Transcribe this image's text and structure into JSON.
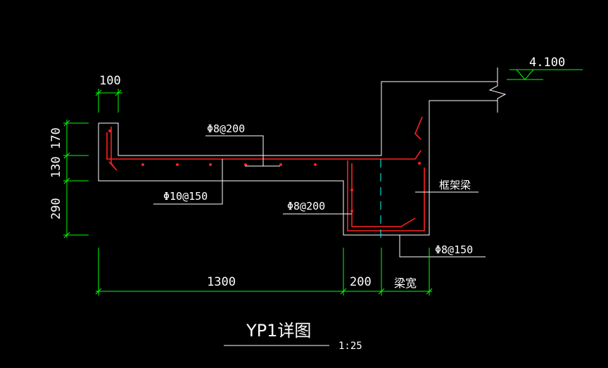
{
  "colors": {
    "background": "#000000",
    "outline": "#ffffff",
    "rebar": "#ff2020",
    "dimension": "#00ff00",
    "centerline": "#00ffff"
  },
  "dimensions": {
    "top_width": "100",
    "h1": "170",
    "h2": "130",
    "h3": "290",
    "length": "1300",
    "width2": "200",
    "beam_width": "梁宽"
  },
  "elevation": "4.100",
  "labels": {
    "rebar_top": "Φ8@200",
    "rebar_bottom": "Φ10@150",
    "rebar_mid": "Φ8@200",
    "stirrup": "Φ8@150",
    "frame_beam": "框架梁"
  },
  "title": "YP1详图",
  "scale": "1:25"
}
